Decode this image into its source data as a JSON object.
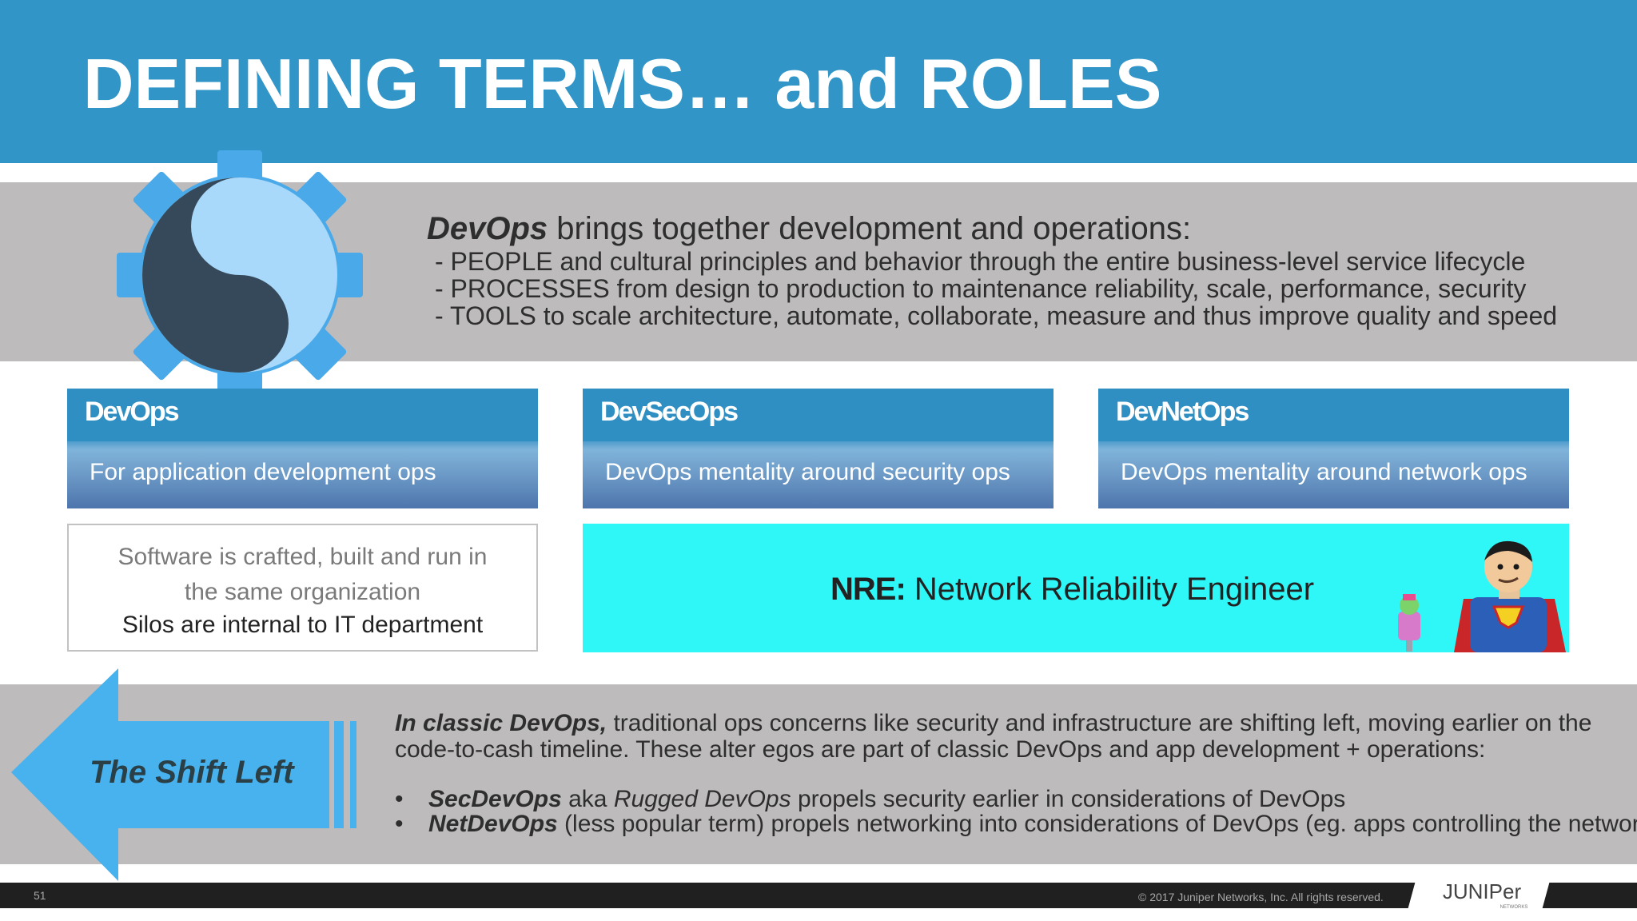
{
  "title": "DEFINING TERMS… and ROLES",
  "intro": {
    "lead": "DevOps",
    "heading_rest": " brings together development and operations:",
    "lines": [
      "- PEOPLE and cultural principles and behavior through the entire business-level service lifecycle",
      "- PROCESSES from design to production to maintenance reliability, scale, performance, security",
      "- TOOLS to scale architecture, automate, collaborate, measure and thus improve quality and speed"
    ]
  },
  "roles": [
    {
      "title": "DevOps",
      "desc": "For application development ops"
    },
    {
      "title": "DevSecOps",
      "desc": "DevOps mentality around security ops"
    },
    {
      "title": "DevNetOps",
      "desc": "DevOps mentality around network ops"
    }
  ],
  "silo": {
    "line1": "Software is crafted, built and run in the same organization",
    "line2": "Silos are internal to IT department"
  },
  "nre": {
    "label": "NRE:",
    "text": " Network Reliability Engineer"
  },
  "shift": {
    "arrow_label": "The Shift Left",
    "lead": "In classic DevOps,",
    "para": " traditional ops concerns like security and infrastructure are shifting left, moving earlier on the code-to-cash timeline. These alter egos are part of classic DevOps and app development + operations:",
    "bullet_char": "•",
    "bullets": [
      {
        "term": "SecDevOps",
        "mid": " aka ",
        "alias": "Rugged DevOps",
        "rest": " propels security earlier in considerations of DevOps"
      },
      {
        "term": "NetDevOps",
        "mid": "",
        "alias": "",
        "rest": " (less popular term) propels networking into considerations of DevOps (eg. apps controlling the network)"
      }
    ]
  },
  "footer": {
    "slide_number": "51",
    "copyright": "© 2017 Juniper Networks, Inc. All rights reserved.",
    "logo_text": "JUNIPer",
    "logo_sub": "NETWORKS"
  },
  "colors": {
    "title_bar": "#3195c7",
    "band_gray": "#bdbbbb",
    "role_head": "#2f8fc2",
    "nre_cyan": "#2ff7f7",
    "arrow_blue": "#47b2ee",
    "gear_blue": "#4aa9e8"
  }
}
